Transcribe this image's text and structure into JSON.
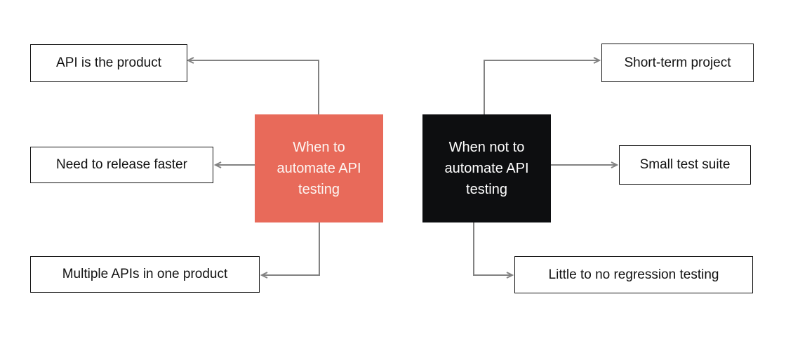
{
  "diagram": {
    "title": "When to automate API testing decision diagram",
    "colors": {
      "salmon": "#E86A5A",
      "ink": "#0D0E10",
      "line_gray": "#828282",
      "box_border": "#131313",
      "leaf_text": "#111111",
      "center_text_left": "#FDF6F3",
      "center_text_right": "#FFFFFF",
      "canvas_bg": "#ffffff"
    },
    "center_nodes": [
      {
        "id": "when-to-automate",
        "lines": [
          "When to",
          "automate API",
          "testing"
        ]
      },
      {
        "id": "when-not-to-automate",
        "lines": [
          "When not to",
          "automate API",
          "testing"
        ]
      }
    ],
    "leaf_nodes": [
      {
        "id": "api-is-the-product",
        "label": "API is the product"
      },
      {
        "id": "need-to-release-faster",
        "label": "Need to release faster"
      },
      {
        "id": "multiple-apis",
        "label": "Multiple APIs in one product"
      },
      {
        "id": "short-term-project",
        "label": "Short-term project"
      },
      {
        "id": "small-test-suite",
        "label": "Small test suite"
      },
      {
        "id": "little-regression",
        "label": "Little to no regression testing"
      }
    ]
  }
}
